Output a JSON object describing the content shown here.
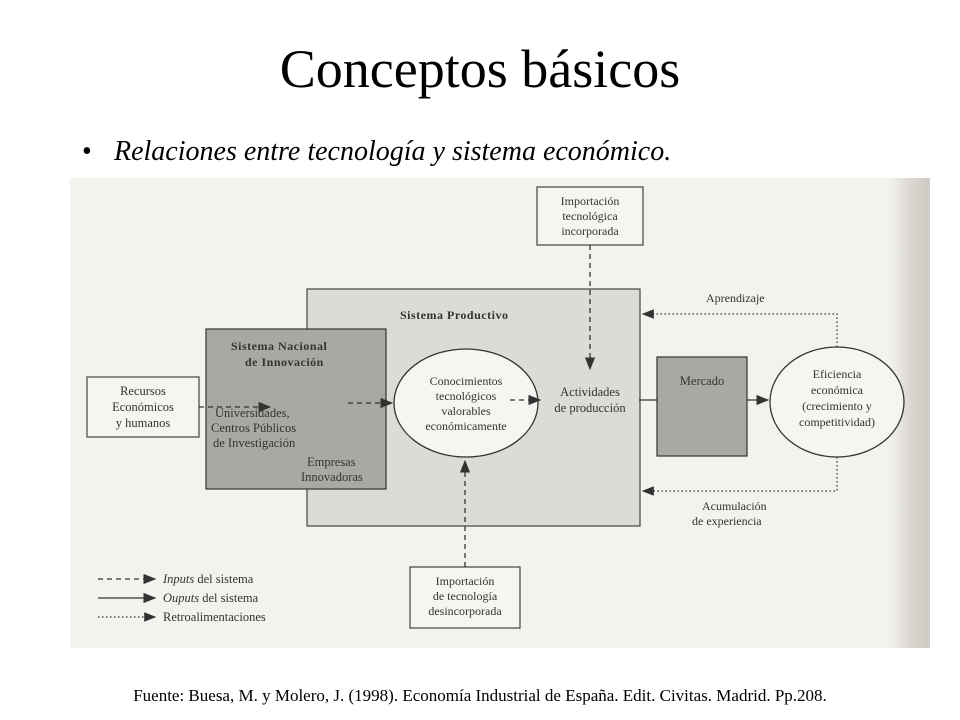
{
  "title": "Conceptos básicos",
  "bullet": {
    "marker": "•",
    "text": "Relaciones entre tecnología y sistema económico."
  },
  "diagram": {
    "import_incorporated": [
      "Importación",
      "tecnológica",
      "incorporada"
    ],
    "productive_system": "Sistema Productivo",
    "national_system": [
      "Sistema Nacional",
      "de Innovación"
    ],
    "resources": [
      "Recursos",
      "Económicos",
      "y humanos"
    ],
    "universities": [
      "Universidades,",
      "Centros Públicos",
      "de Investigación"
    ],
    "firms": [
      "Empresas",
      "Innovadoras"
    ],
    "knowledge": [
      "Conocimientos",
      "tecnológicos",
      "valorables",
      "económicamente"
    ],
    "activities": [
      "Actividades",
      "de producción"
    ],
    "market": "Mercado",
    "efficiency": [
      "Eficiencia",
      "económica",
      "(crecimiento y",
      "competitividad)"
    ],
    "learning": "Aprendizaje",
    "accumulation": [
      "Acumulación",
      "de experiencia"
    ],
    "import_disembodied": [
      "Importación",
      "de tecnología",
      "desincorporada"
    ],
    "legend": [
      {
        "style": "dashed",
        "term": "Inputs",
        "rest": " del sistema"
      },
      {
        "style": "solid",
        "term": "Ouputs",
        "rest": " del sistema"
      },
      {
        "style": "dotted",
        "term": "",
        "rest": "Retroalimentaciones"
      }
    ]
  },
  "source": "Fuente: Buesa, M. y Molero, J. (1998). Economía Industrial de España. Edit. Civitas. Madrid. Pp.208."
}
